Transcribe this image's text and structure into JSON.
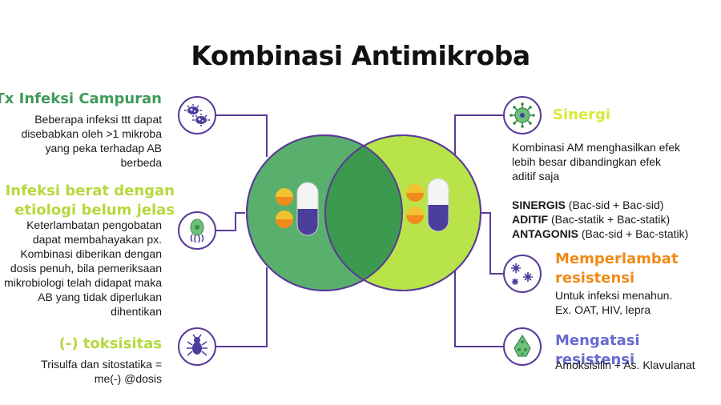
{
  "title": "Kombinasi Antimikroba",
  "colors": {
    "left_circle": "#58b06c",
    "right_circle": "#b8e44a",
    "overlap": "#3c9a4e",
    "line": "#5a3b97",
    "green_heading": "#3f9a5a",
    "lime_heading": "#b5d93c",
    "orange_heading": "#ef8a17",
    "purple_heading": "#6a6ad0"
  },
  "left_items": [
    {
      "icon": "bacteria-cluster-icon",
      "heading": "Tx Infeksi Campuran",
      "body": [
        "Beberapa infeksi ttt dapat",
        "disebabkan oleh >1 mikroba",
        "yang peka terhadap AB",
        "berbeda"
      ]
    },
    {
      "icon": "microbe-flagella-icon",
      "heading": [
        "Infeksi berat dengan",
        "etiologi belum jelas"
      ],
      "body": [
        "Keterlambatan pengobatan",
        "dapat membahayakan px.",
        "Kombinasi diberikan dengan",
        "dosis penuh, bila pemeriksaan",
        "mikrobiologi telah didapat maka",
        "AB yang tidak diperlukan",
        "dihentikan"
      ]
    },
    {
      "icon": "bug-icon",
      "heading": "(-) toksisitas",
      "body": [
        "Trisulfa dan sitostatika =",
        "me(-) @dosis"
      ]
    }
  ],
  "right_items": [
    {
      "icon": "virus-icon",
      "heading": "Sinergi",
      "body": [
        "Kombinasi AM menghasilkan efek",
        "lebih besar dibandingkan efek",
        "aditif saja"
      ],
      "terms": [
        {
          "key": "SINERGIS",
          "value": " (Bac-sid + Bac-sid)"
        },
        {
          "key": "ADITIF",
          "value": " (Bac-statik + Bac-statik)"
        },
        {
          "key": "ANTAGONIS",
          "value": " (Bac-sid + Bac-statik)"
        }
      ]
    },
    {
      "icon": "germs-icon",
      "heading": [
        "Memperlambat",
        "resistensi"
      ],
      "body": [
        "Untuk infeksi menahun.",
        "Ex. OAT, HIV, lepra"
      ]
    },
    {
      "icon": "cell-cluster-icon",
      "heading": "Mengatasi resistensi",
      "body": [
        "Amoksisilin + As. Klavulanat"
      ]
    }
  ]
}
